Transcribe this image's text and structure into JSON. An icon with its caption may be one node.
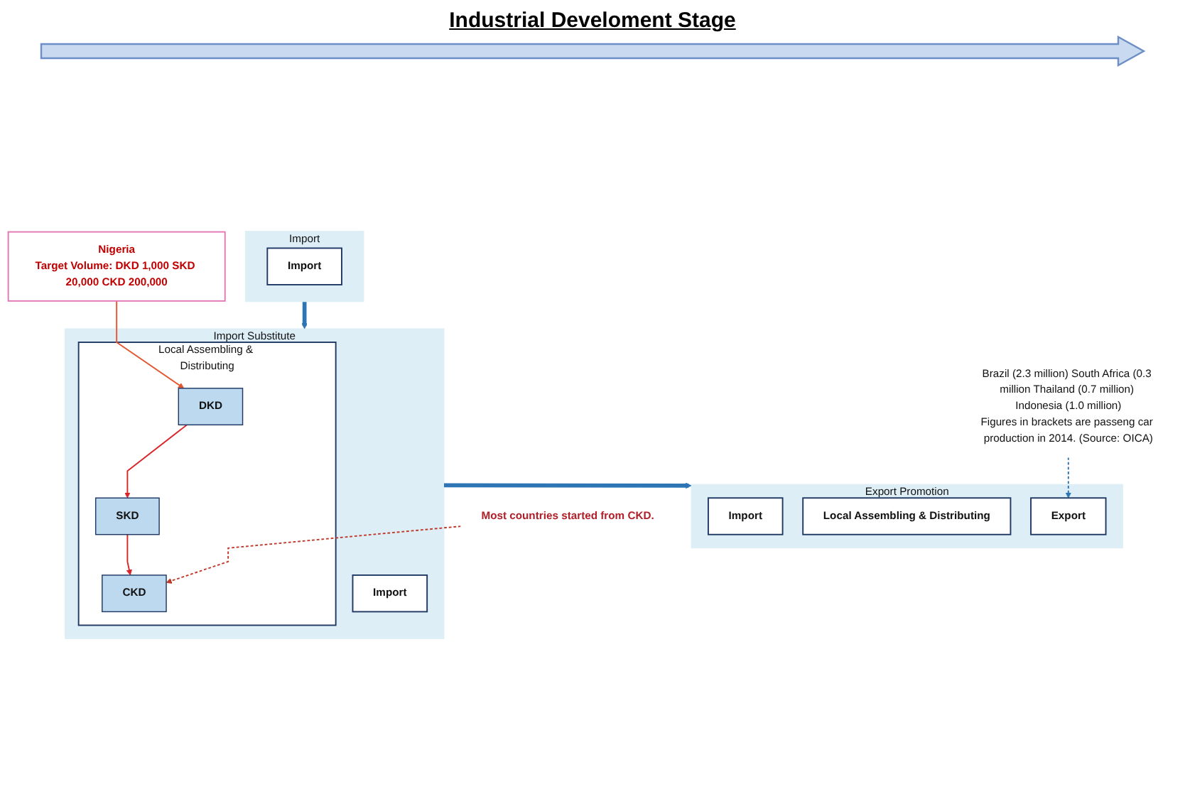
{
  "diagram": {
    "title": "Industrial Develoment Stage",
    "nodes": [
      {
        "text": [
          "Import"
        ]
      },
      {
        "text": [
          "Import"
        ],
        "in": 0
      },
      {
        "text": [
          "Import Substitute"
        ]
      },
      {
        "text": [
          "Import"
        ],
        "in": 2
      },
      {
        "text": [
          "Local Assembling & Distributing"
        ],
        "in": 2
      },
      {
        "text": [
          "DKD"
        ],
        "in": 4
      },
      {
        "text": [
          "SKD"
        ],
        "in": 4
      },
      {
        "text": [
          "CKD"
        ],
        "in": 4
      },
      {
        "text": [
          "Export Promotion"
        ]
      },
      {
        "text": [
          "Import"
        ],
        "in": 8
      },
      {
        "text": [
          "Local Assembling & Distributing"
        ],
        "in": 8
      },
      {
        "text": [
          "Export"
        ],
        "in": 8
      },
      {
        "text": [
          "Nigeria",
          "Target Volume: DKD 1,000 SKD 20,000 CKD 200,000"
        ]
      },
      {
        "text": [
          "Most countries started from CKD."
        ]
      },
      {
        "text": [
          "Brazil (2.3 million) South Africa (0.3 million Thailand (0.7 million) Indonesia (1.0 million)",
          "Figures in brackets are passeng car production in 2014. (Source: OICA)"
        ]
      }
    ],
    "edges": [
      {
        "from": 0,
        "to": 2,
        "arrow": "to",
        "style": "thick",
        "color": "#2e75b6"
      },
      {
        "from": 2,
        "to": 8,
        "arrow": "to",
        "style": "thick",
        "color": "#2e75b6"
      },
      {
        "from": 5,
        "to": 6,
        "arrow": "to",
        "color": "#d9262b"
      },
      {
        "from": 6,
        "to": 7,
        "arrow": "to",
        "color": "#d9262b"
      },
      {
        "from": 12,
        "to": 5,
        "arrow": "to",
        "color": "#e4572e"
      },
      {
        "from": 13,
        "to": 7,
        "arrow": "to",
        "style": "dashed",
        "color": "#c0392b"
      },
      {
        "from": 14,
        "to": 11,
        "arrow": "to",
        "style": "dashed",
        "color": "#2e75b6"
      }
    ]
  }
}
